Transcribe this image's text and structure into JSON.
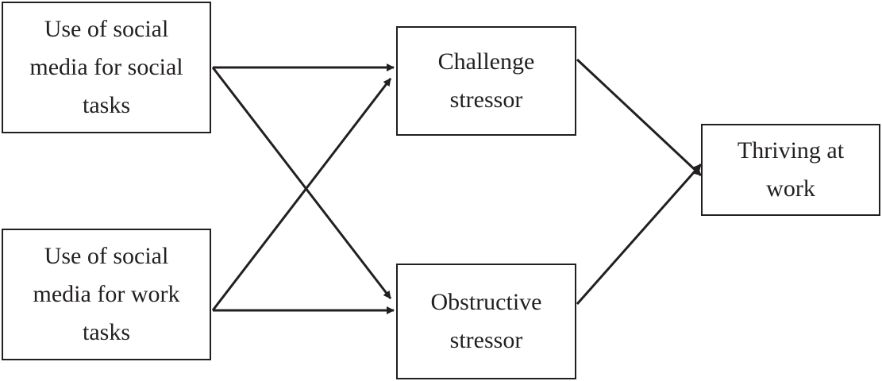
{
  "diagram": {
    "nodes": {
      "social_tasks": "Use of social media for social tasks",
      "work_tasks": "Use of social media for work tasks",
      "challenge": "Challenge stressor",
      "obstructive": "Obstructive stressor",
      "thriving": "Thriving at work"
    },
    "edges": [
      {
        "from": "social_tasks",
        "to": "challenge"
      },
      {
        "from": "social_tasks",
        "to": "obstructive"
      },
      {
        "from": "work_tasks",
        "to": "challenge"
      },
      {
        "from": "work_tasks",
        "to": "obstructive"
      },
      {
        "from": "challenge",
        "to": "thriving"
      },
      {
        "from": "obstructive",
        "to": "thriving"
      }
    ],
    "colors": {
      "line": "#231f20",
      "background": "#ffffff"
    }
  }
}
